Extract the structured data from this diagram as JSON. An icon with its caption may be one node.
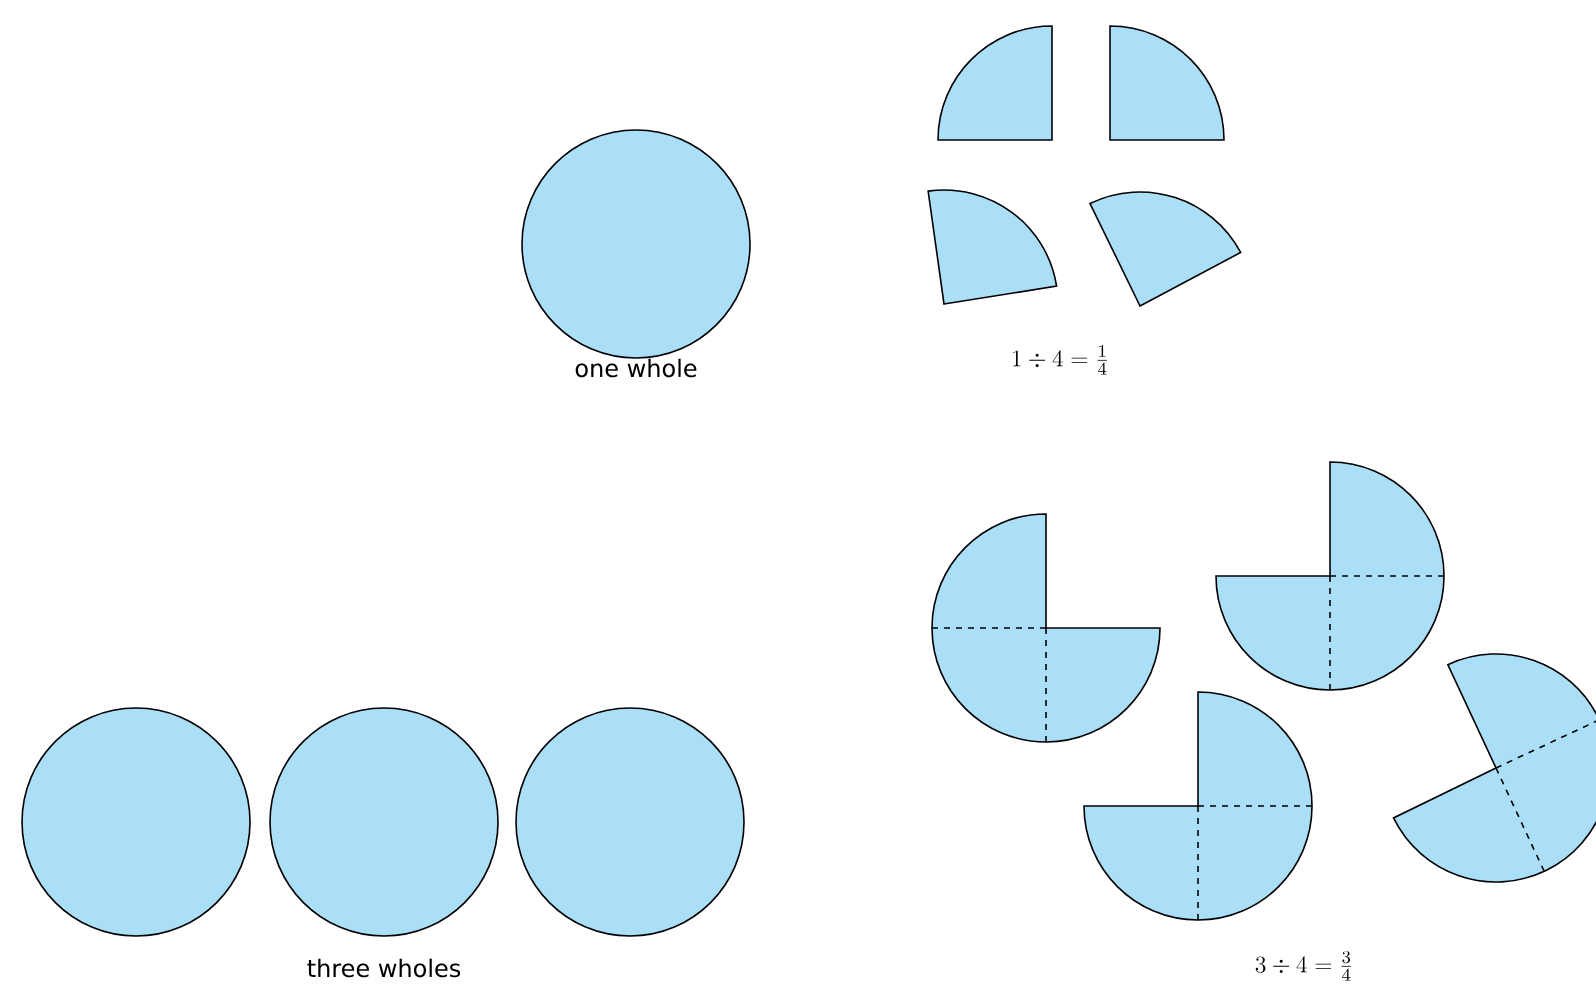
{
  "diagram": {
    "labels": [
      "one whole",
      "1 \\div 4 = \\frac{1}{4}",
      "three wholes",
      "3 \\div 4 = \\frac{3}{4}"
    ]
  }
}
